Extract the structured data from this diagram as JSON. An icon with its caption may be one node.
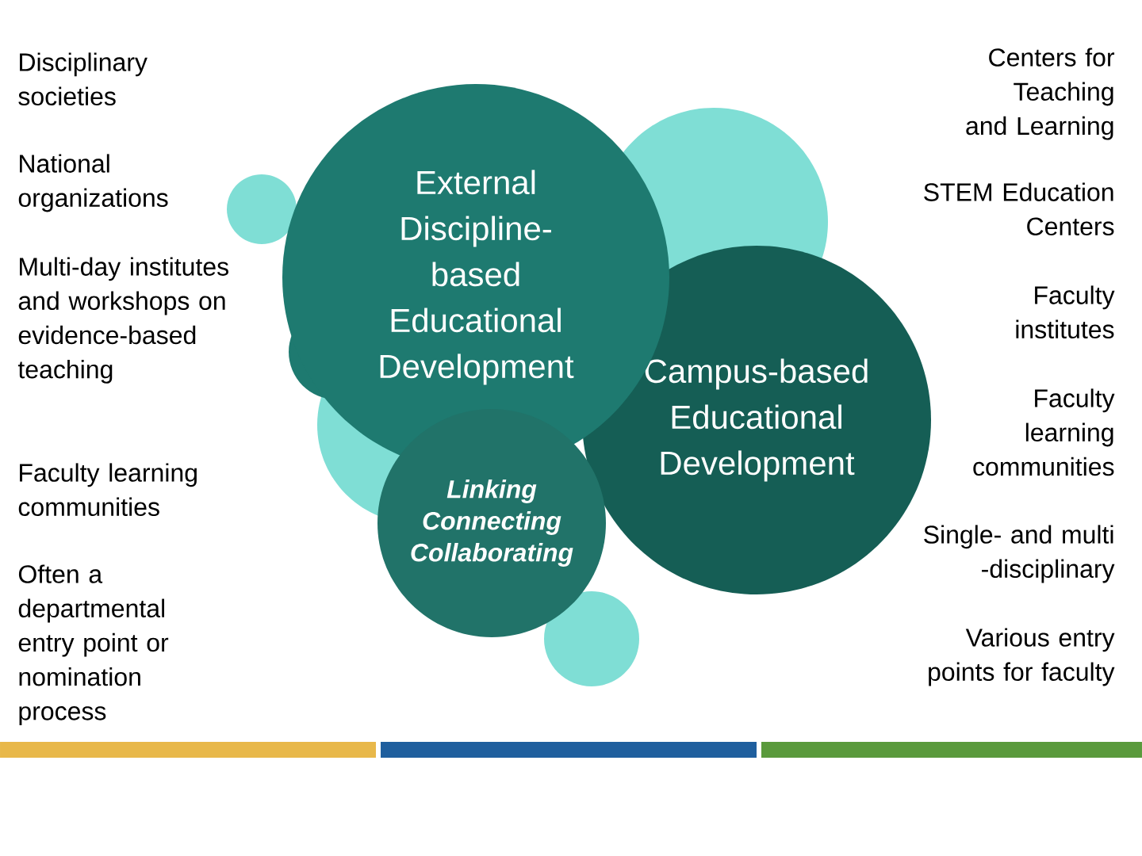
{
  "diagram": {
    "nodes": [
      {
        "text": [
          "External Discipline-based Educational Development"
        ]
      },
      {
        "text": [
          "Linking Connecting Collaborating"
        ]
      },
      {
        "text": [
          "Campus-based Educational Development"
        ]
      }
    ],
    "labels": [
      "Disciplinary societies",
      "National organizations",
      "Multi-day institutes and workshops on evidence-based teaching",
      "Faculty learning communities",
      "Often a departmental entry point or nomination process",
      "Centers for Teaching and Learning",
      "STEM Education Centers",
      "Faculty institutes",
      "Faculty learning communities",
      "Single- and multi -disciplinary",
      "Various entry points for faculty"
    ]
  }
}
